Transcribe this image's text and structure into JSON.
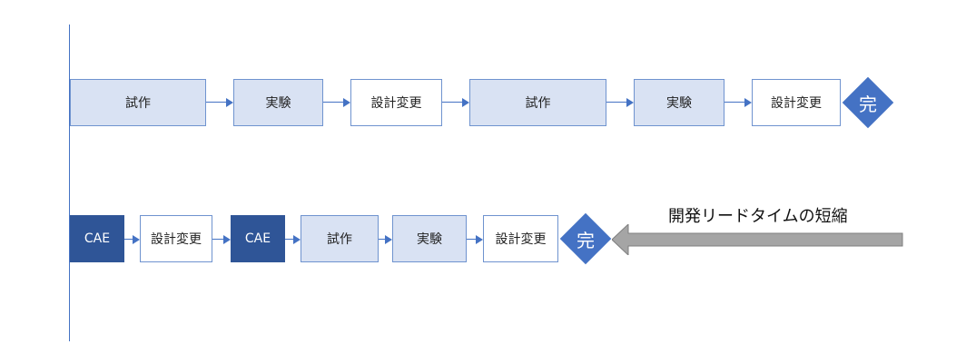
{
  "row1": [
    "試作",
    "実験",
    "設計変更",
    "試作",
    "実験",
    "設計変更"
  ],
  "row1_end": "完",
  "row2": [
    "CAE",
    "設計変更",
    "CAE",
    "試作",
    "実験",
    "設計変更"
  ],
  "row2_end": "完",
  "caption": "開発リードタイムの短縮",
  "colors": {
    "accent": "#4472c4",
    "light_fill": "#d9e2f3",
    "dark_fill": "#2f5597",
    "gray_arrow": "#a5a5a5"
  }
}
